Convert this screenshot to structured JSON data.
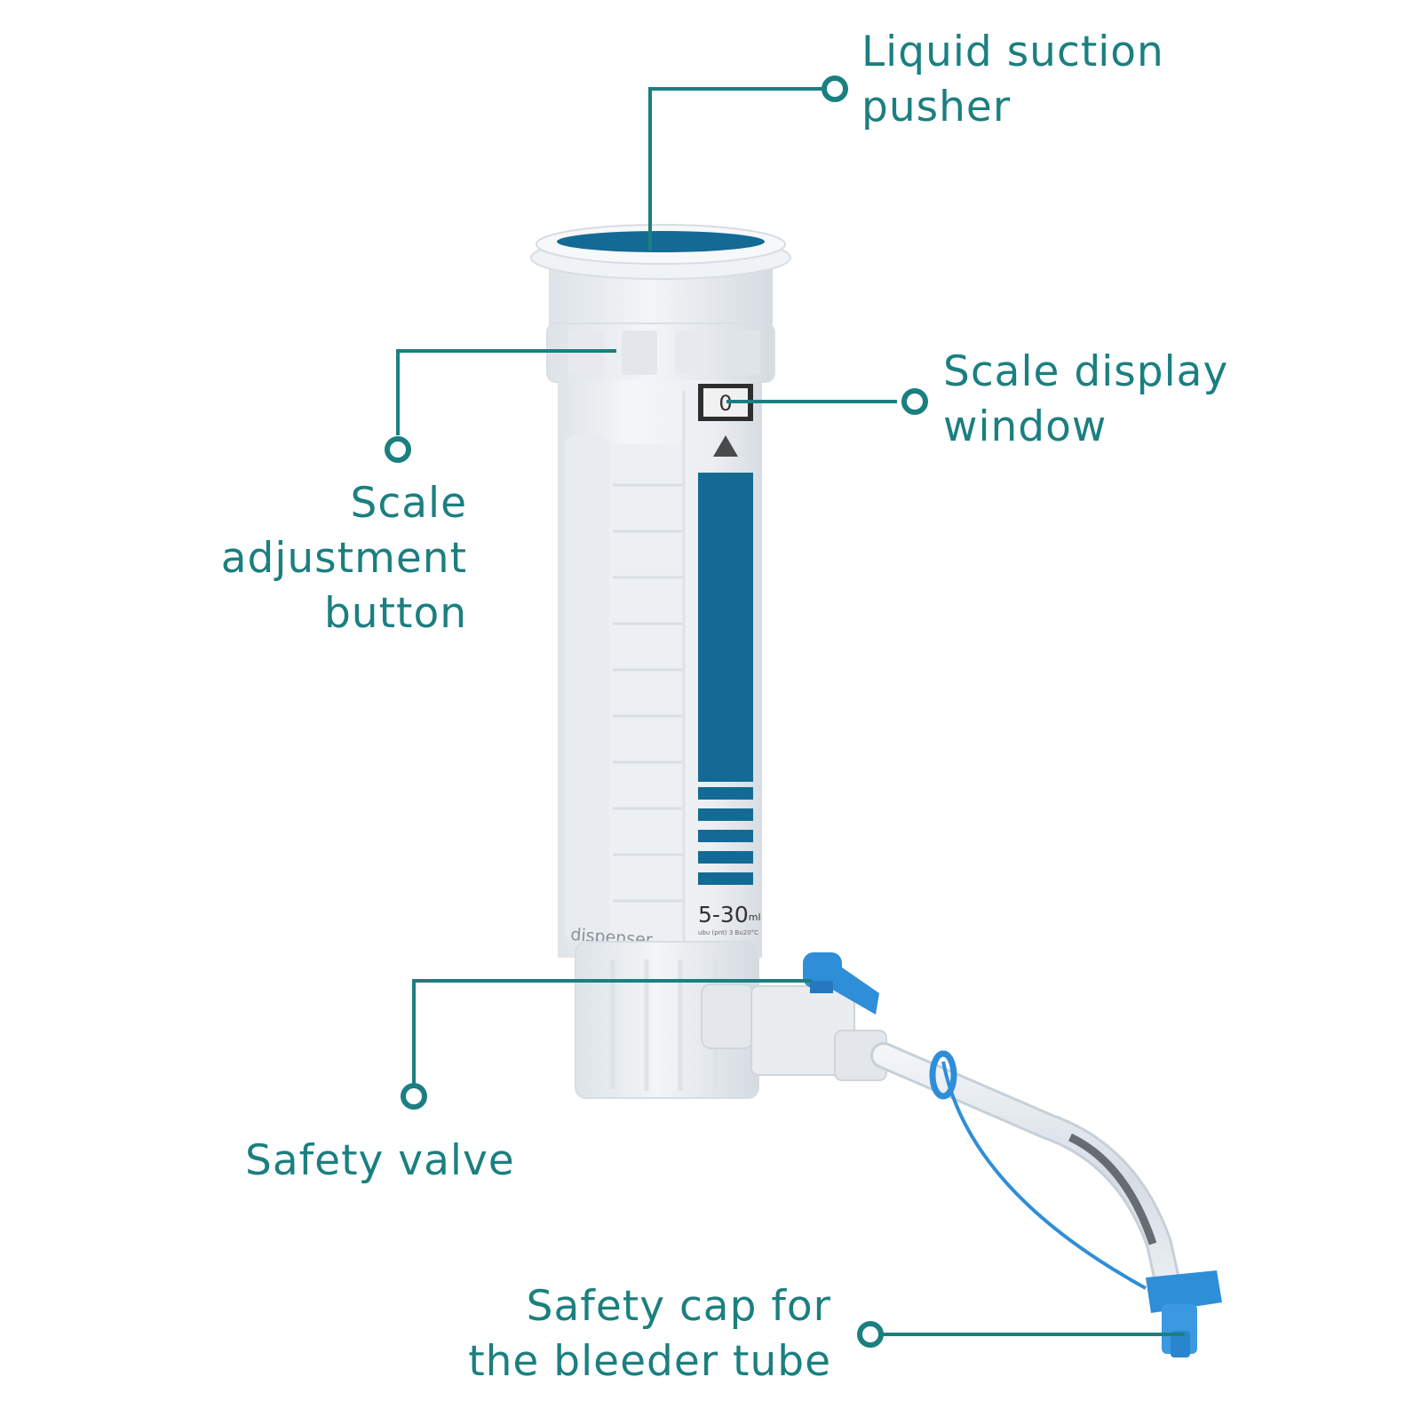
{
  "colors": {
    "accent": "#1b7f80",
    "body_blue": "#136a94",
    "handle_blue": "#2f8ed8",
    "plastic": "#eef1f4"
  },
  "callouts": {
    "pusher": {
      "lines": [
        "Liquid suction",
        "pusher"
      ]
    },
    "scale_window": {
      "lines": [
        "Scale display",
        "window"
      ]
    },
    "adjust_button": {
      "lines": [
        "Scale",
        "adjustment",
        "button"
      ]
    },
    "safety_valve": {
      "lines": [
        "Safety valve"
      ]
    },
    "safety_cap": {
      "lines": [
        "Safety cap for",
        "the bleeder tube"
      ]
    }
  },
  "device": {
    "window_value": "0",
    "range_label": "5-30",
    "range_unit": "ml",
    "fine_print": "ubu (pnt) 3 Bu20°C",
    "brand": "dispenser"
  }
}
